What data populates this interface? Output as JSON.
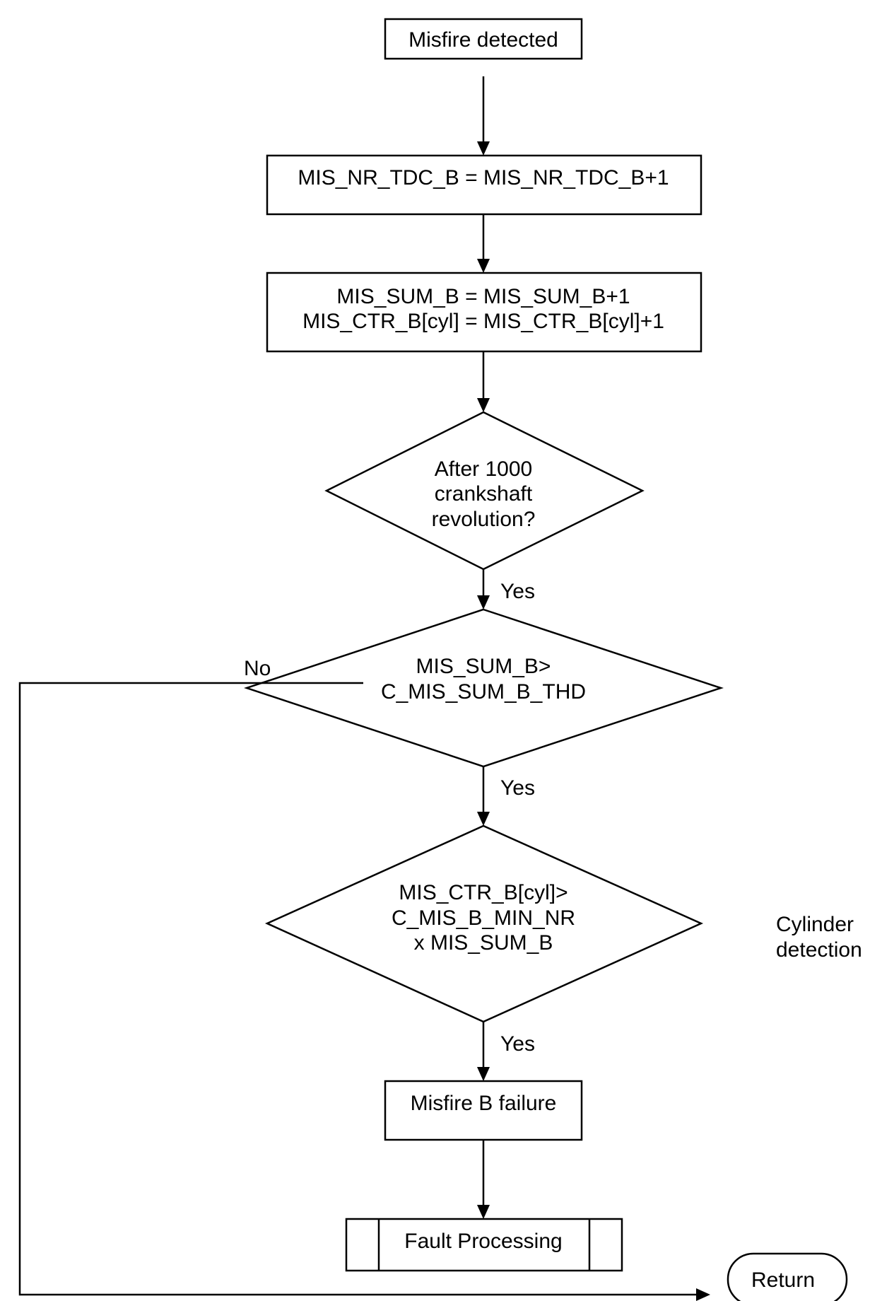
{
  "nodes": {
    "start": "Misfire detected",
    "inc_tdc": "MIS_NR_TDC_B = MIS_NR_TDC_B+1",
    "inc_sum": [
      "MIS_SUM_B = MIS_SUM_B+1",
      "MIS_CTR_B[cyl] = MIS_CTR_B[cyl]+1"
    ],
    "check_rev": [
      "After 1000",
      "crankshaft",
      "revolution?"
    ],
    "check_sum": [
      "MIS_SUM_B>",
      "C_MIS_SUM_B_THD"
    ],
    "check_cyl": [
      "MIS_CTR_B[cyl]>",
      "C_MIS_B_MIN_NR",
      "x MIS_SUM_B"
    ],
    "failure": "Misfire B failure",
    "fault": "Fault Processing",
    "return": "Return"
  },
  "edges": {
    "yes_rev": "Yes",
    "yes_sum": "Yes",
    "yes_cyl": "Yes",
    "no_sum": "No"
  },
  "annotation": [
    "Cylinder",
    "detection"
  ]
}
